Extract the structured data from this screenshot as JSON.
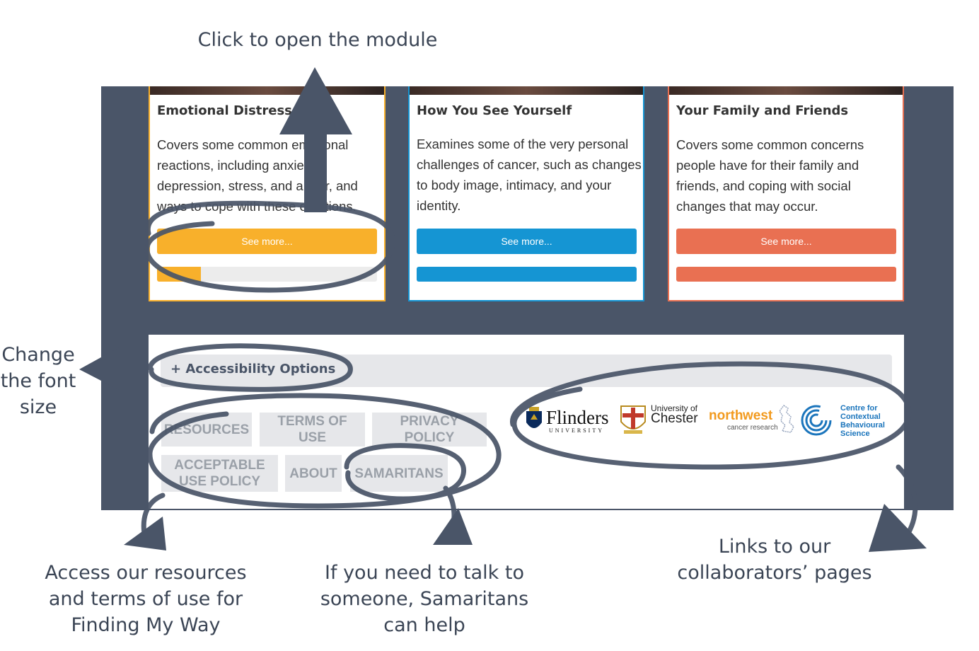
{
  "annotations": {
    "top": "Click to open the module",
    "left_line1": "Change",
    "left_line2": "the font",
    "left_line3": "size",
    "bottom_left_line1": "Access our resources",
    "bottom_left_line2": "and terms of use for",
    "bottom_left_line3": "Finding My Way",
    "bottom_mid_line1": "If you need to talk to",
    "bottom_mid_line2": "someone, Samaritans",
    "bottom_mid_line3": "can help",
    "bottom_right_line1": "Links to our",
    "bottom_right_line2": "collaborators’ pages"
  },
  "cards": [
    {
      "title": "Emotional Distress",
      "description": "Covers some common emotional reactions, including anxiety, depression, stress, and anger, and ways to cope with these emotions.",
      "button_label": "See more...",
      "color": "#f8b02b",
      "progress": 0.2
    },
    {
      "title": "How You See Yourself",
      "description": "Examines some of the very personal challenges of cancer, such as changes to body image, intimacy, and your identity.",
      "button_label": "See more...",
      "color": "#1595d3",
      "progress": 1.0
    },
    {
      "title": "Your Family and Friends",
      "description": "Covers some common concerns people have for their family and friends, and coping with social changes that may occur.",
      "button_label": "See more...",
      "color": "#e97052",
      "progress": 1.0
    }
  ],
  "footer": {
    "accessibility_label": "+ Accessibility Options",
    "links": {
      "resources": "RESOURCES",
      "terms": "TERMS OF USE",
      "privacy": "PRIVACY POLICY",
      "acceptable_l1": "ACCEPTABLE",
      "acceptable_l2": "USE POLICY",
      "about": "ABOUT",
      "samaritans": "SAMARITANS"
    },
    "logos": {
      "flinders_name": "Flinders",
      "flinders_sub": "UNIVERSITY",
      "chester_l1": "University of",
      "chester_l2": "Chester",
      "nw_north": "north",
      "nw_west": "west",
      "nw_sub": "cancer research",
      "ccbs_l1": "Centre for",
      "ccbs_l2": "Contextual",
      "ccbs_l3": "Behavioural",
      "ccbs_l4": "Science"
    }
  }
}
